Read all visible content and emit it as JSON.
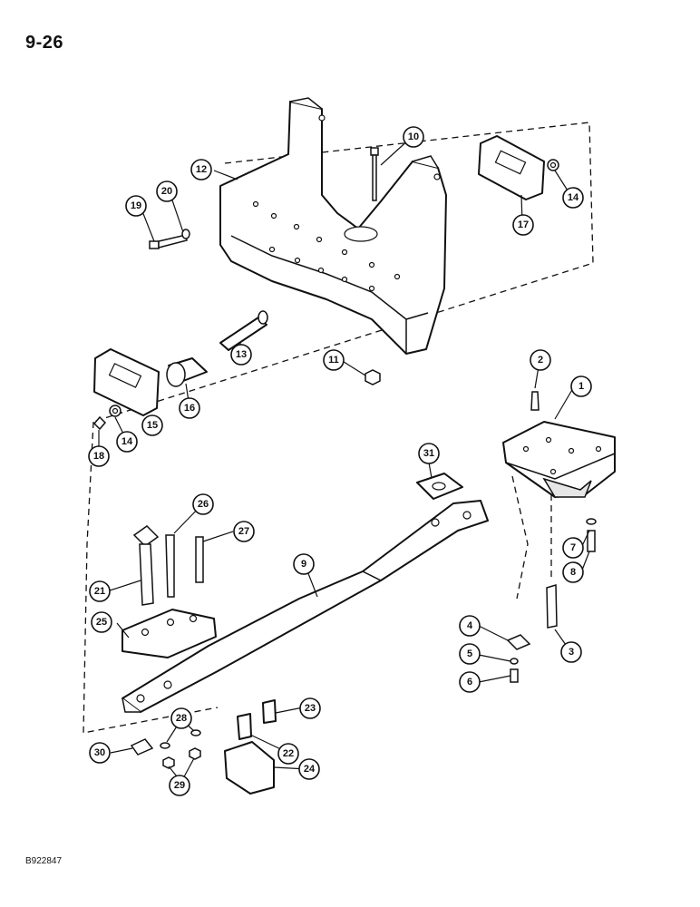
{
  "page": {
    "number": "9-26",
    "figure_code": "B922847"
  },
  "callouts": [
    "1",
    "2",
    "3",
    "4",
    "5",
    "6",
    "7",
    "8",
    "9",
    "10",
    "11",
    "12",
    "13",
    "14",
    "14",
    "15",
    "16",
    "17",
    "18",
    "19",
    "20",
    "21",
    "22",
    "23",
    "24",
    "25",
    "26",
    "27",
    "28",
    "29",
    "30",
    "31"
  ]
}
